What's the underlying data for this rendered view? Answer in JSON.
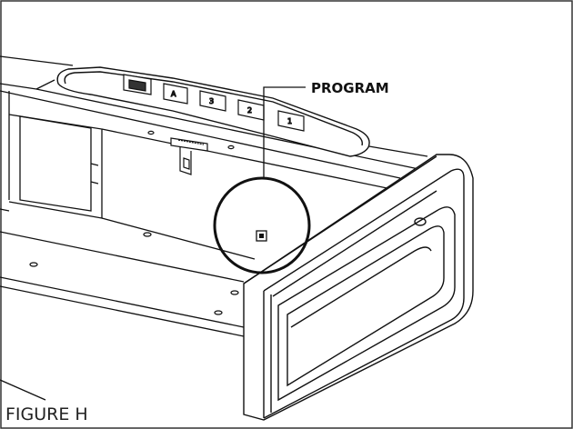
{
  "callout": {
    "label": "PROGRAM"
  },
  "figure": {
    "caption": "FIGURE H"
  },
  "keypad": {
    "keys": [
      "A",
      "3",
      "2",
      "1"
    ]
  },
  "colors": {
    "line": "#111111",
    "background": "#ffffff",
    "panel": "#f2f2f2"
  }
}
